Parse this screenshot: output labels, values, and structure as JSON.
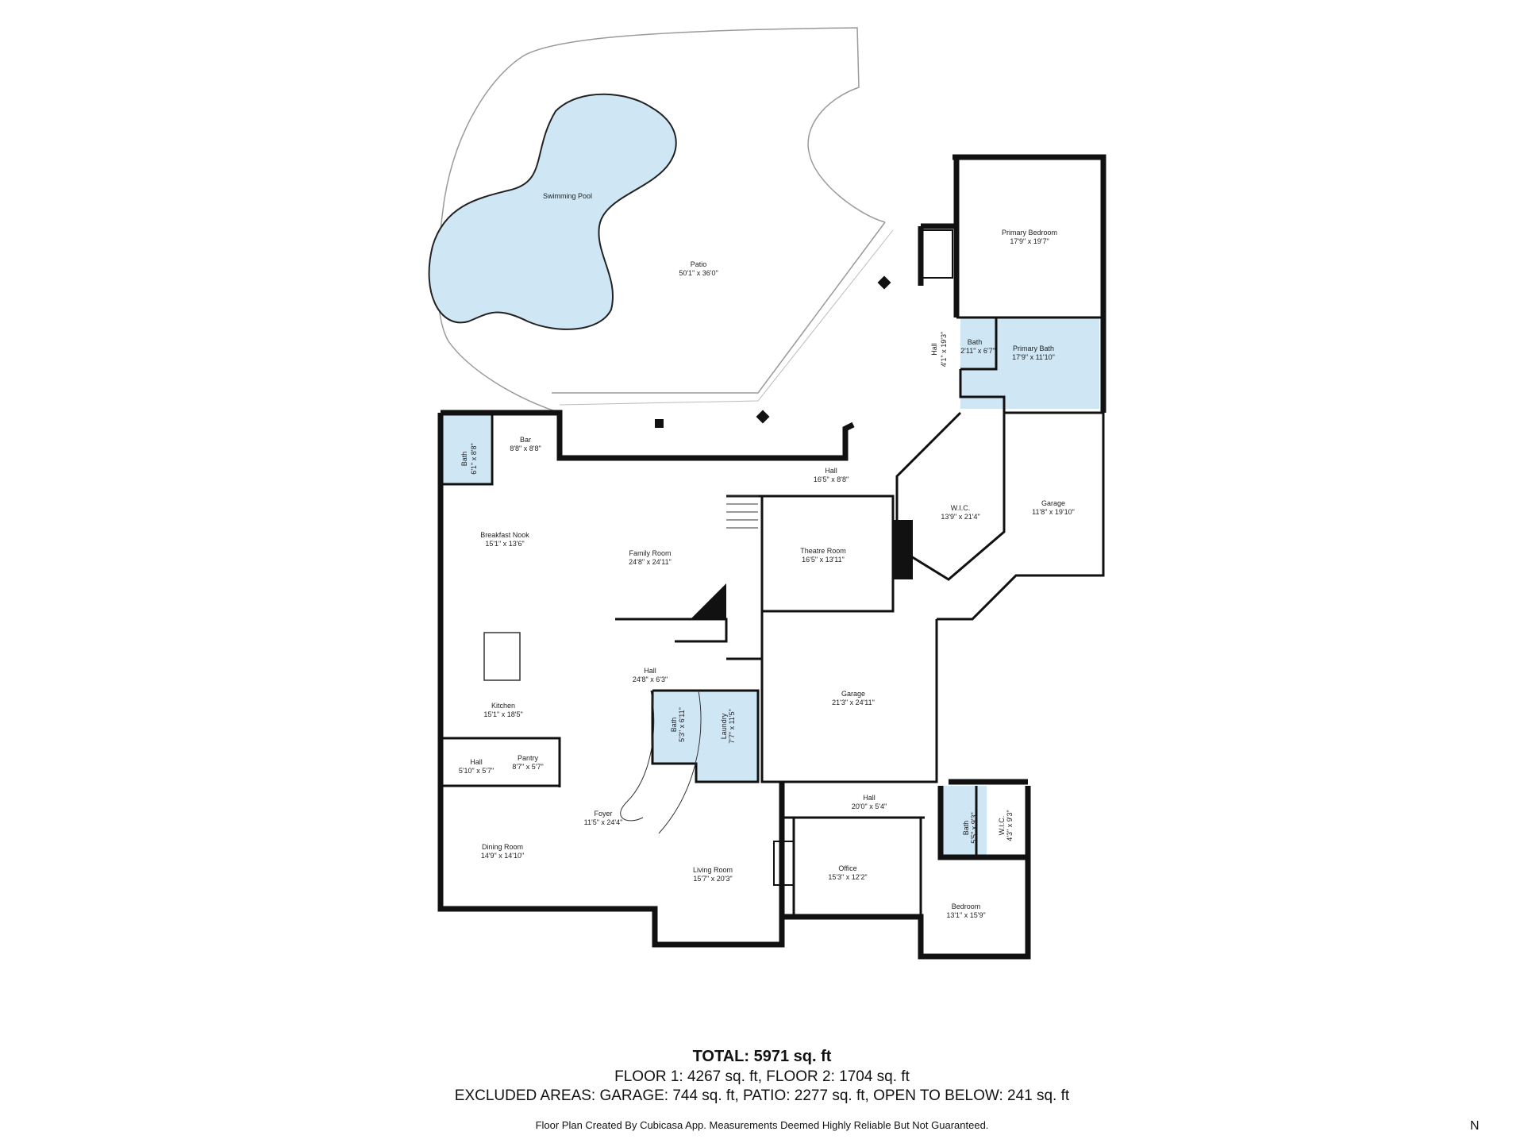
{
  "rooms": {
    "swimming_pool": {
      "name": "Swimming Pool",
      "dims": ""
    },
    "patio": {
      "name": "Patio",
      "dims": "50'1\" x 36'0\""
    },
    "primary_bedroom": {
      "name": "Primary Bedroom",
      "dims": "17'9\" x 19'7\""
    },
    "hall_upper": {
      "name": "Hall",
      "dims": "4'1\" x 19'3\""
    },
    "bath_small_upper": {
      "name": "Bath",
      "dims": "2'11\" x 6'7\""
    },
    "primary_bath": {
      "name": "Primary Bath",
      "dims": "17'9\" x 11'10\""
    },
    "bath_left": {
      "name": "Bath",
      "dims": "6'1\" x 8'8\""
    },
    "bar": {
      "name": "Bar",
      "dims": "8'8\" x 8'8\""
    },
    "hall_mid": {
      "name": "Hall",
      "dims": "16'5\" x 8'8\""
    },
    "wic_large": {
      "name": "W.I.C.",
      "dims": "13'9\" x 21'4\""
    },
    "garage_small": {
      "name": "Garage",
      "dims": "11'8\" x 19'10\""
    },
    "breakfast_nook": {
      "name": "Breakfast Nook",
      "dims": "15'1\" x 13'6\""
    },
    "family_room": {
      "name": "Family Room",
      "dims": "24'8\" x 24'11\""
    },
    "theatre_room": {
      "name": "Theatre Room",
      "dims": "16'5\" x 13'11\""
    },
    "hall_center": {
      "name": "Hall",
      "dims": "24'8\" x 6'3\""
    },
    "garage_large": {
      "name": "Garage",
      "dims": "21'3\" x 24'11\""
    },
    "kitchen": {
      "name": "Kitchen",
      "dims": "15'1\" x 18'5\""
    },
    "bath_center": {
      "name": "Bath",
      "dims": "5'3\" x 6'11\""
    },
    "laundry": {
      "name": "Laundry",
      "dims": "7'7\" x 11'5\""
    },
    "pantry": {
      "name": "Pantry",
      "dims": "8'7\" x 5'7\""
    },
    "hall_small": {
      "name": "Hall",
      "dims": "5'10\" x 5'7\""
    },
    "hall_lower": {
      "name": "Hall",
      "dims": "20'0\" x 5'4\""
    },
    "bath_lower": {
      "name": "Bath",
      "dims": "5'5\" x 9'3\""
    },
    "wic_small": {
      "name": "W.I.C.",
      "dims": "4'3\" x 9'3\""
    },
    "dining_room": {
      "name": "Dining Room",
      "dims": "14'9\" x 14'10\""
    },
    "foyer": {
      "name": "Foyer",
      "dims": "11'5\" x 24'4\""
    },
    "living_room": {
      "name": "Living Room",
      "dims": "15'7\" x 20'3\""
    },
    "office": {
      "name": "Office",
      "dims": "15'3\" x 12'2\""
    },
    "bedroom": {
      "name": "Bedroom",
      "dims": "13'1\" x 15'9\""
    }
  },
  "summary": {
    "total": "TOTAL: 5971 sq. ft",
    "floors": "FLOOR 1: 4267 sq. ft, FLOOR 2: 1704 sq. ft",
    "excluded": "EXCLUDED AREAS: GARAGE: 744 sq. ft, PATIO: 2277 sq. ft, OPEN TO BELOW: 241 sq. ft",
    "disclaimer": "Floor Plan Created By Cubicasa App. Measurements Deemed Highly Reliable But Not Guaranteed."
  },
  "compass": {
    "label": "N"
  },
  "colors": {
    "wall": "#111111",
    "wet_room": "#cfe6f5",
    "pool": "#cfe6f5",
    "outline": "#9a9a9a"
  }
}
